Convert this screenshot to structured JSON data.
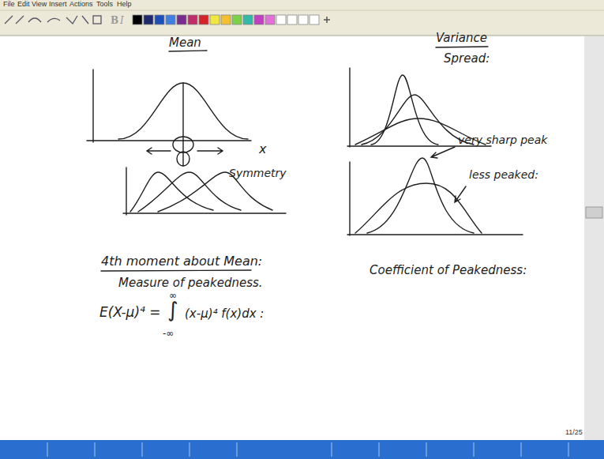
{
  "diagram": {
    "labels": [
      "File",
      "Edit",
      "View",
      "Insert",
      "Actions",
      "Tools",
      "Help",
      "Mean",
      "x",
      "Symmetry",
      "Variance",
      "Spread:",
      "very sharp peak",
      "less peaked:",
      "4th moment about Mean:",
      "Measure of peakedness.",
      "E(X-μ)⁴ =",
      "∞",
      "∫",
      "-∞",
      "(x-μ)⁴ f(x)dx :",
      "Coefficient of Peakedness:",
      "11/25"
    ]
  }
}
